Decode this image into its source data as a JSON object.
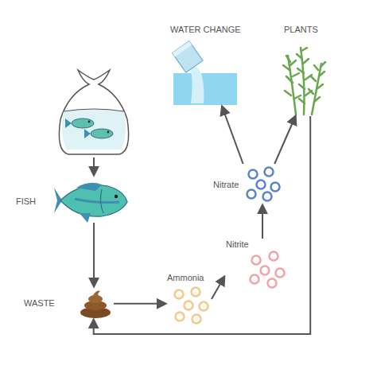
{
  "diagram": {
    "nodes": [
      {
        "text": [
          "FISH"
        ]
      },
      {
        "text": [
          "WASTE"
        ]
      },
      {
        "text": [
          "Ammonia"
        ]
      },
      {
        "text": [
          "Nitrite"
        ]
      },
      {
        "text": [
          "Nitrate"
        ]
      },
      {
        "text": [
          "WATER CHANGE"
        ]
      },
      {
        "text": [
          "PLANTS"
        ]
      }
    ],
    "edges": [
      {
        "from": 0,
        "to": 1,
        "arrow": "to"
      },
      {
        "from": 1,
        "to": 2,
        "arrow": "to"
      },
      {
        "from": 2,
        "to": 3,
        "arrow": "to"
      },
      {
        "from": 3,
        "to": 4,
        "arrow": "to"
      },
      {
        "from": 4,
        "to": 5,
        "arrow": "to"
      },
      {
        "from": 4,
        "to": 6,
        "arrow": "to"
      },
      {
        "from": 6,
        "to": 1,
        "arrow": "to"
      }
    ]
  }
}
